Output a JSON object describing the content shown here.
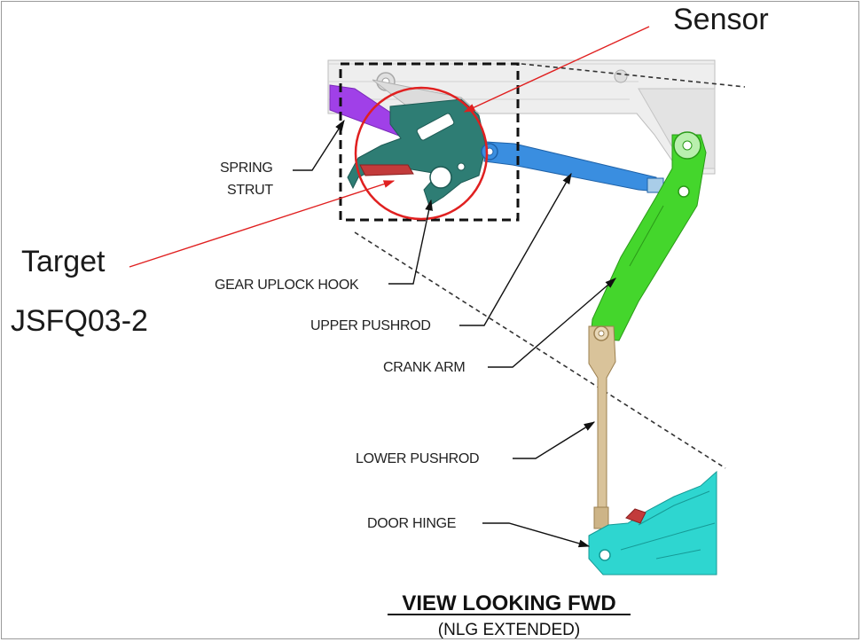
{
  "annotations": {
    "sensor": "Sensor",
    "target": "Target",
    "part_number": "JSFQ03-2"
  },
  "labels": {
    "spring_strut_line1": "SPRING",
    "spring_strut_line2": "STRUT",
    "gear_uplock_hook": "GEAR UPLOCK HOOK",
    "upper_pushrod": "UPPER PUSHROD",
    "crank_arm": "CRANK ARM",
    "lower_pushrod": "LOWER PUSHROD",
    "door_hinge": "DOOR HINGE"
  },
  "view": {
    "title": "VIEW LOOKING FWD",
    "subtitle": "(NLG EXTENDED)"
  },
  "colors": {
    "annotation_red": "#e02020",
    "spring_strut": "#a040e8",
    "spring_strut_end": "#e040e0",
    "uplock_hook": "#2e7d74",
    "upper_pushrod": "#3a8ee0",
    "crank_arm": "#44d62c",
    "lower_pushrod": "#d9c39a",
    "door_hinge": "#2ed6d0",
    "structure": "#e9e9e9"
  }
}
